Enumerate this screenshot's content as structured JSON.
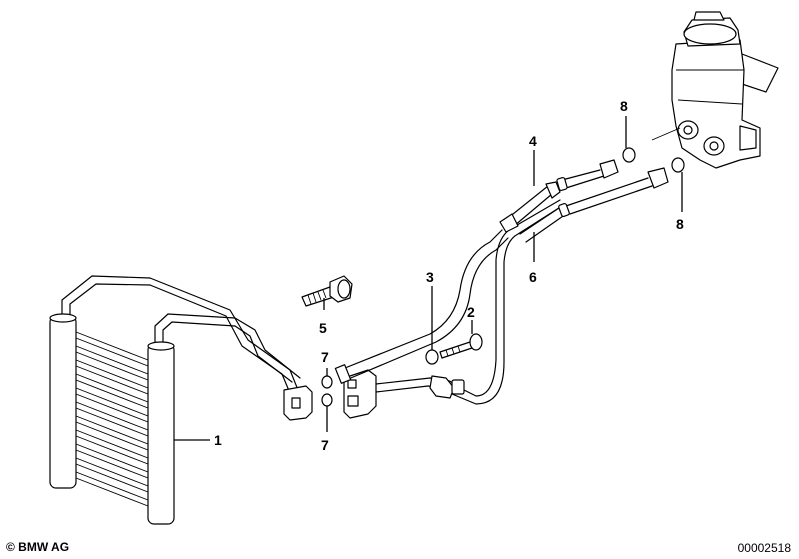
{
  "callouts": [
    {
      "id": "1",
      "label": "1"
    },
    {
      "id": "2",
      "label": "2"
    },
    {
      "id": "3",
      "label": "3"
    },
    {
      "id": "4",
      "label": "4"
    },
    {
      "id": "5",
      "label": "5"
    },
    {
      "id": "6",
      "label": "6"
    },
    {
      "id": "7a",
      "label": "7"
    },
    {
      "id": "7b",
      "label": "7"
    },
    {
      "id": "8a",
      "label": "8"
    },
    {
      "id": "8b",
      "label": "8"
    }
  ],
  "footer": {
    "copyright": "© BMW AG",
    "diagram_number": "00002518"
  }
}
